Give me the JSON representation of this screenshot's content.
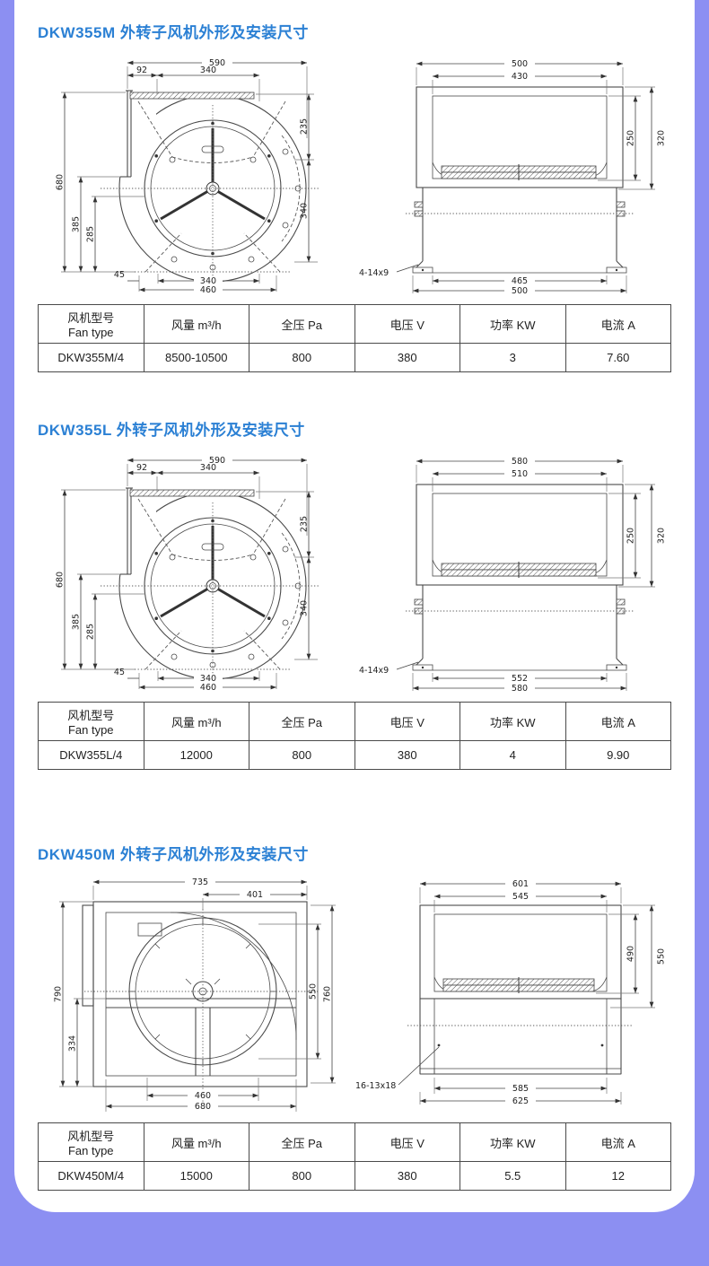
{
  "page_bg": "#8c8ff2",
  "card_bg": "#ffffff",
  "title_color": "#2b80d4",
  "table_headers": {
    "model_cn": "风机型号",
    "model_en": "Fan type",
    "airflow": "风量 m³/h",
    "pressure": "全压 Pa",
    "voltage": "电压 V",
    "power": "功率 KW",
    "current": "电流 A"
  },
  "sections": [
    {
      "title": "DKW355M 外转子风机外形及安装尺寸",
      "front": {
        "w_overall": "590",
        "w_offset": "92",
        "w_inner": "340",
        "h_right_top": "235",
        "h_right_mid": "340",
        "h_overall": "680",
        "h_mid": "385",
        "h_inner": "285",
        "b_small": "45",
        "b_mid": "340",
        "b_outer": "460"
      },
      "side": {
        "top_outer": "500",
        "top_inner": "430",
        "right_inner": "250",
        "right_outer": "320",
        "holes": "4-14x9",
        "bottom_inner": "465",
        "bottom_outer": "500"
      },
      "row": {
        "model": "DKW355M/4",
        "airflow": "8500-10500",
        "pressure": "800",
        "voltage": "380",
        "power": "3",
        "current": "7.60"
      }
    },
    {
      "title": "DKW355L 外转子风机外形及安装尺寸",
      "front": {
        "w_overall": "590",
        "w_offset": "92",
        "w_inner": "340",
        "h_right_top": "235",
        "h_right_mid": "340",
        "h_overall": "680",
        "h_mid": "385",
        "h_inner": "285",
        "b_small": "45",
        "b_mid": "340",
        "b_outer": "460"
      },
      "side": {
        "top_outer": "580",
        "top_inner": "510",
        "right_inner": "250",
        "right_outer": "320",
        "holes": "4-14x9",
        "bottom_inner": "552",
        "bottom_outer": "580"
      },
      "row": {
        "model": "DKW355L/4",
        "airflow": "12000",
        "pressure": "800",
        "voltage": "380",
        "power": "4",
        "current": "9.90"
      }
    },
    {
      "title": "DKW450M 外转子风机外形及安装尺寸",
      "front": {
        "w_overall": "735",
        "w_right": "401",
        "h_left": "790",
        "h_left_low": "334",
        "h_right_inner": "550",
        "h_right": "760",
        "b_inner": "460",
        "b_outer": "680"
      },
      "side": {
        "top_outer": "601",
        "top_inner": "545",
        "right_inner": "490",
        "right_outer": "550",
        "holes": "16-13x18",
        "bottom_inner": "585",
        "bottom_outer": "625"
      },
      "row": {
        "model": "DKW450M/4",
        "airflow": "15000",
        "pressure": "800",
        "voltage": "380",
        "power": "5.5",
        "current": "12"
      }
    }
  ]
}
